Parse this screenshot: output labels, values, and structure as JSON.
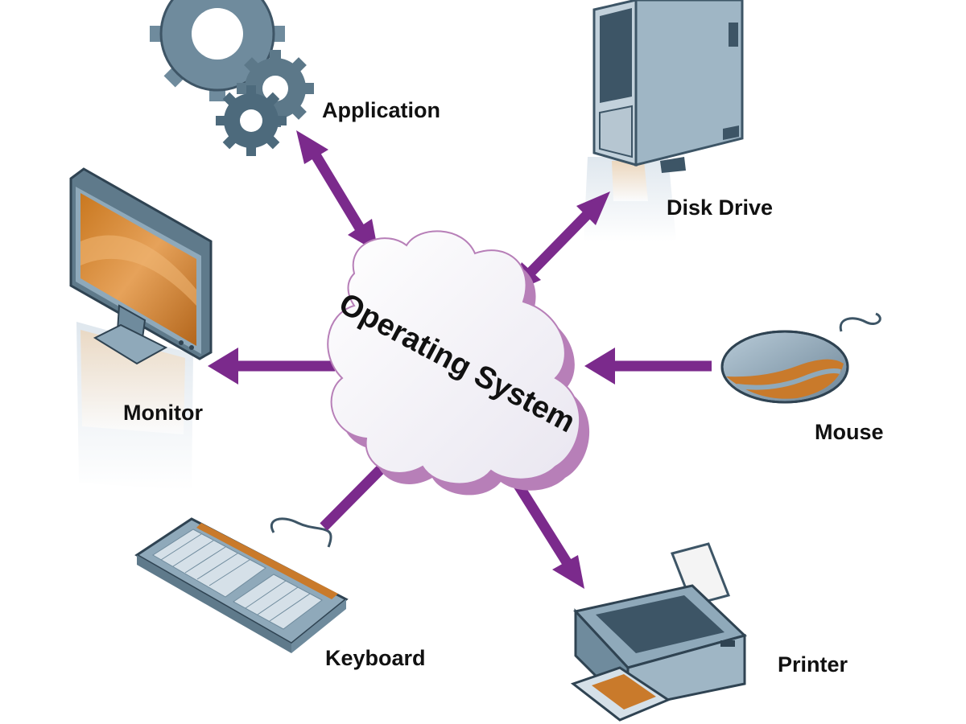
{
  "center": {
    "label": "Operating System"
  },
  "nodes": {
    "application": {
      "label": "Application",
      "icon": "gears-icon"
    },
    "disk_drive": {
      "label": "Disk Drive",
      "icon": "tower-computer-icon"
    },
    "monitor": {
      "label": "Monitor",
      "icon": "monitor-icon"
    },
    "mouse": {
      "label": "Mouse",
      "icon": "mouse-icon"
    },
    "keyboard": {
      "label": "Keyboard",
      "icon": "keyboard-icon"
    },
    "printer": {
      "label": "Printer",
      "icon": "printer-icon"
    }
  },
  "connections": [
    {
      "from": "Operating System",
      "to": "Application",
      "direction": "bidirectional"
    },
    {
      "from": "Operating System",
      "to": "Disk Drive",
      "direction": "bidirectional"
    },
    {
      "from": "Operating System",
      "to": "Monitor",
      "direction": "output"
    },
    {
      "from": "Mouse",
      "to": "Operating System",
      "direction": "input"
    },
    {
      "from": "Keyboard",
      "to": "Operating System",
      "direction": "input"
    },
    {
      "from": "Operating System",
      "to": "Printer",
      "direction": "output"
    }
  ],
  "colors": {
    "arrow": "#7b2a8c",
    "cloud_edge": "#b77fb8",
    "cloud_fill": "#f8f7fb",
    "device_blue": "#8fa9ba",
    "device_dark": "#3d5566",
    "accent_orange": "#c97a2b"
  }
}
